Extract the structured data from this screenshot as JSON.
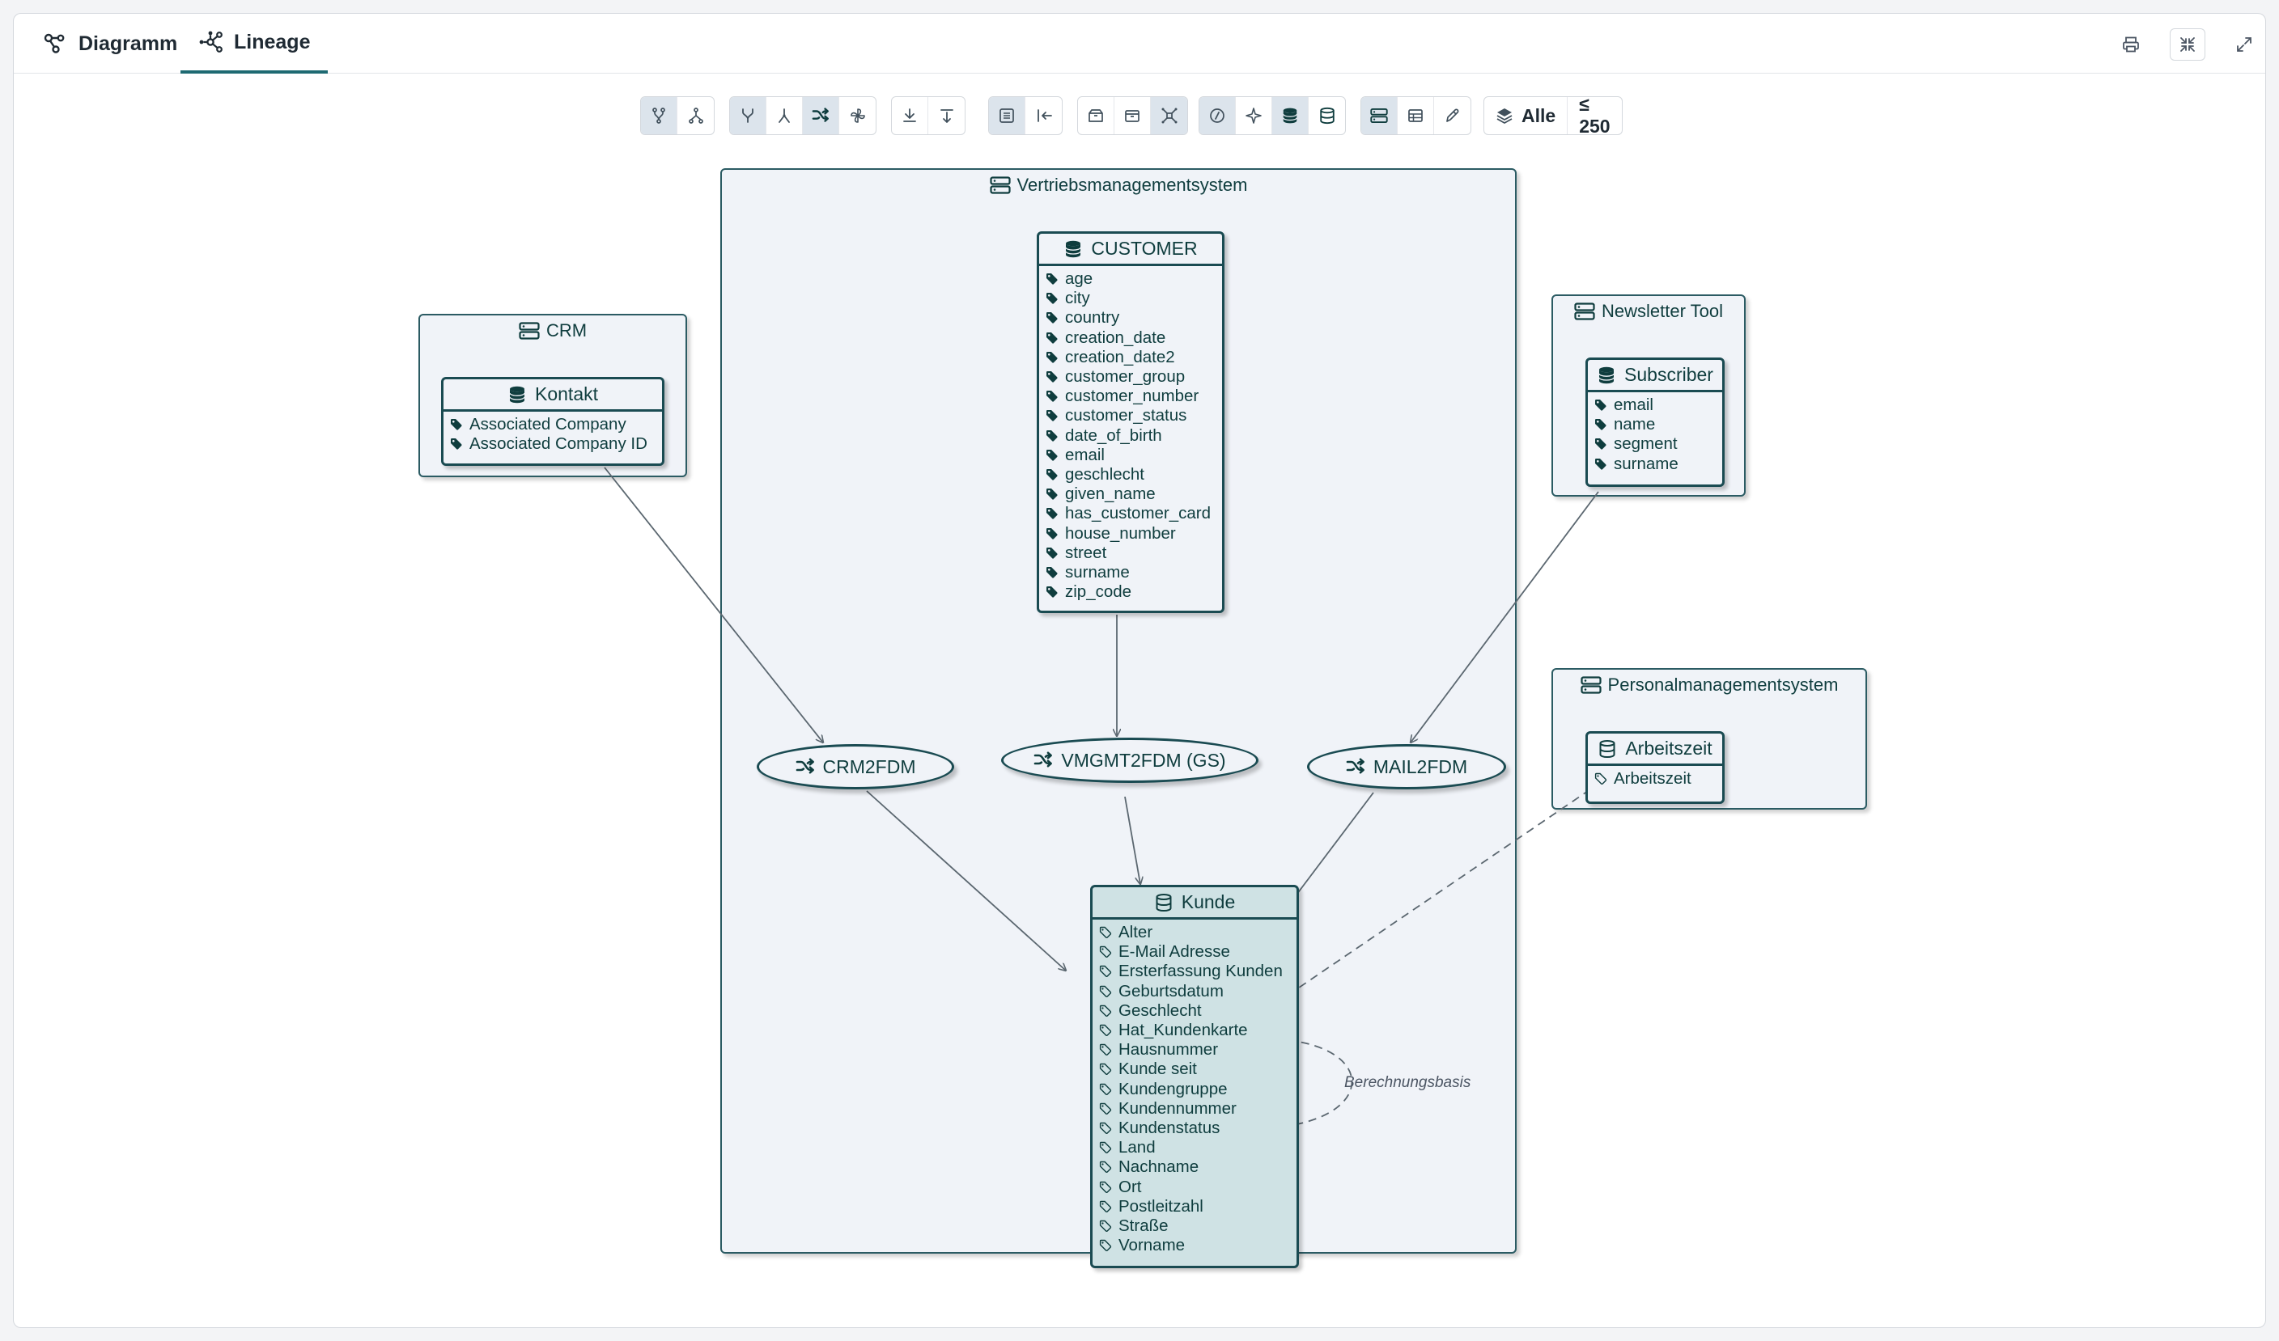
{
  "tabs": [
    {
      "label": "Diagramm",
      "icon": "diagram-icon",
      "active": false
    },
    {
      "label": "Lineage",
      "icon": "lineage-icon",
      "active": true
    }
  ],
  "toolbar": {
    "layers_label": "Alle",
    "limit_label": "≤ 250"
  },
  "groups": {
    "vertrieb": "Vertriebsmanagementsystem",
    "crm": "CRM",
    "newsletter": "Newsletter Tool",
    "personal": "Personalmanagementsystem"
  },
  "entities": {
    "customer": {
      "name": "CUSTOMER",
      "attributes": [
        "age",
        "city",
        "country",
        "creation_date",
        "creation_date2",
        "customer_group",
        "customer_number",
        "customer_status",
        "date_of_birth",
        "email",
        "geschlecht",
        "given_name",
        "has_customer_card",
        "house_number",
        "street",
        "surname",
        "zip_code"
      ]
    },
    "kontakt": {
      "name": "Kontakt",
      "attributes": [
        "Associated Company",
        "Associated Company ID"
      ]
    },
    "subscriber": {
      "name": "Subscriber",
      "attributes": [
        "email",
        "name",
        "segment",
        "surname"
      ]
    },
    "arbeitszeit": {
      "name": "Arbeitszeit",
      "attributes": [
        "Arbeitszeit"
      ]
    },
    "kunde": {
      "name": "Kunde",
      "attributes": [
        "Alter",
        "E-Mail Adresse",
        "Ersterfassung Kunden",
        "Geburtsdatum",
        "Geschlecht",
        "Hat_Kundenkarte",
        "Hausnummer",
        "Kunde seit",
        "Kundengruppe",
        "Kundennummer",
        "Kundenstatus",
        "Land",
        "Nachname",
        "Ort",
        "Postleitzahl",
        "Straße",
        "Vorname"
      ]
    }
  },
  "processes": {
    "crm2fdm": "CRM2FDM",
    "vmgmt2fdm": "VMGMT2FDM (GS)",
    "mail2fdm": "MAIL2FDM"
  },
  "edge_labels": {
    "self_loop": "Berechnungsbasis"
  },
  "colors": {
    "accent": "#1e6a72",
    "node_border": "#1a4b52",
    "node_fill": "#f0f3f8",
    "target_fill": "#cfe2e4"
  }
}
